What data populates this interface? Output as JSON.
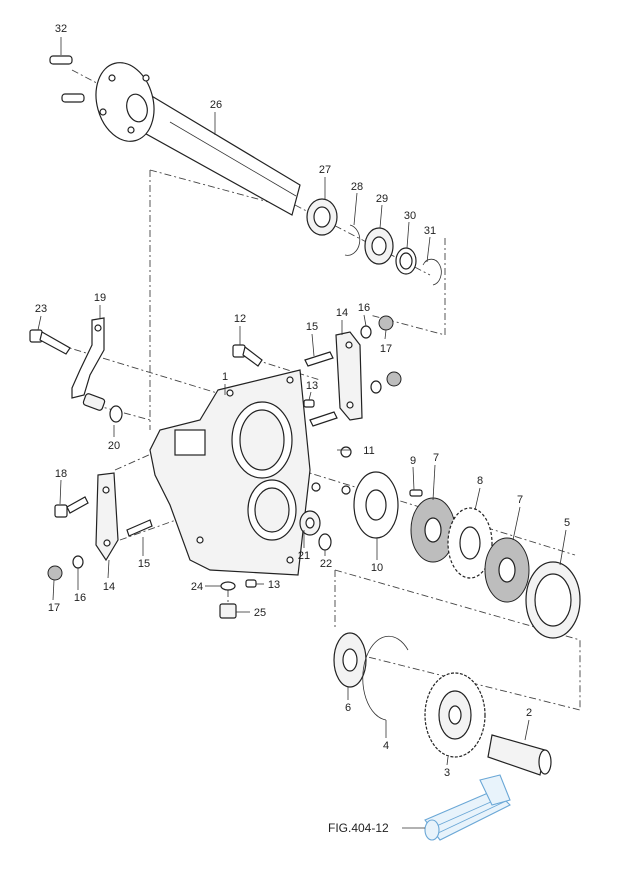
{
  "diagram": {
    "callouts": {
      "p1": "1",
      "p2": "2",
      "p3": "3",
      "p4": "4",
      "p5": "5",
      "p6": "6",
      "p7a": "7",
      "p7b": "7",
      "p8": "8",
      "p9": "9",
      "p10": "10",
      "p11": "11",
      "p12": "12",
      "p13a": "13",
      "p13b": "13",
      "p14a": "14",
      "p14b": "14",
      "p15a": "15",
      "p15b": "15",
      "p16a": "16",
      "p16b": "16",
      "p17a": "17",
      "p17b": "17",
      "p18": "18",
      "p19": "19",
      "p20": "20",
      "p21": "21",
      "p22": "22",
      "p23": "23",
      "p24": "24",
      "p25": "25",
      "p26": "26",
      "p27": "27",
      "p28": "28",
      "p29": "29",
      "p30": "30",
      "p31": "31",
      "p32": "32"
    },
    "figure_reference": "FIG.404-12",
    "colors": {
      "line": "#222222",
      "reference_part": "#6aa7d6"
    }
  }
}
